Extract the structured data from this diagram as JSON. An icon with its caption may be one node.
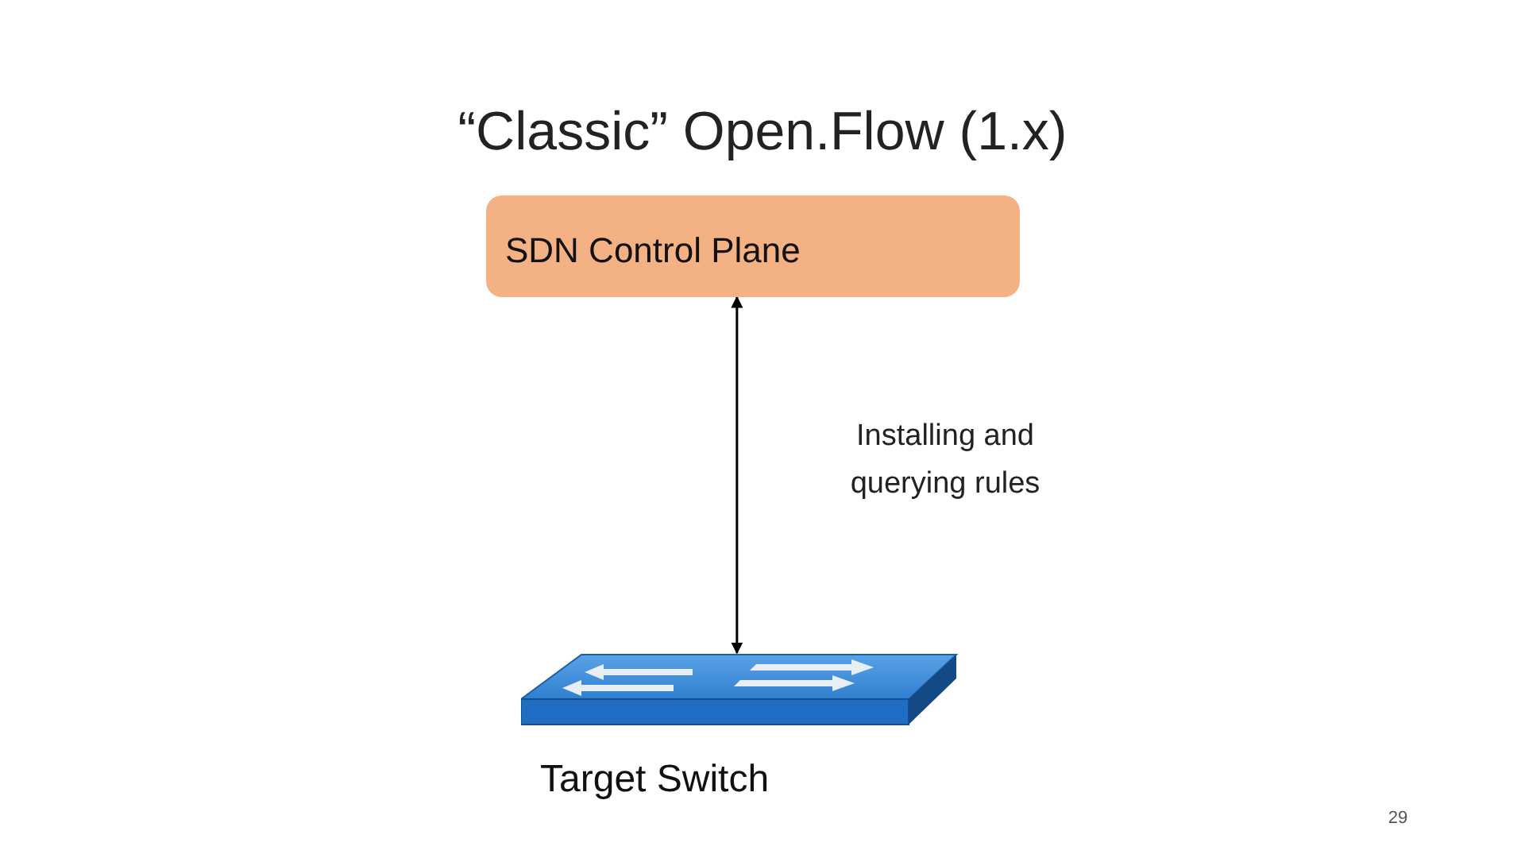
{
  "diagram": {
    "title": "“Classic” Open.Flow (1.x)",
    "nodes": [
      {
        "text": [
          "SDN Control Plane"
        ]
      },
      {
        "text": [],
        "shape": "picture",
        "beside": [
          "Target Switch"
        ]
      }
    ],
    "edges": [
      {
        "from": 0,
        "to": 1,
        "arrow": "both",
        "label": "Installing and querying rules"
      }
    ],
    "labels": [
      "29"
    ]
  }
}
